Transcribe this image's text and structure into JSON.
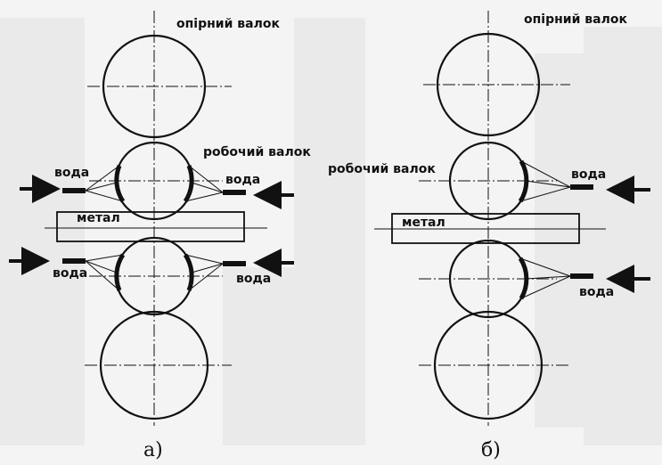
{
  "figures": [
    {
      "caption": "а)",
      "labels": {
        "backup_roll": "опірний валок",
        "work_roll": "робочий валок",
        "metal": "метал",
        "water_upper_left": "вода",
        "water_upper_right": "вода",
        "water_lower_left": "вода",
        "water_lower_right": "вода"
      }
    },
    {
      "caption": "б)",
      "labels": {
        "backup_roll": "опірний валок",
        "work_roll": "робочий валок",
        "metal": "метал",
        "water_upper": "вода",
        "water_lower": "вода"
      }
    }
  ],
  "colors": {
    "ink": "#111111",
    "background": "#f4f4f4",
    "scan_noise": "#e2e2e2"
  }
}
